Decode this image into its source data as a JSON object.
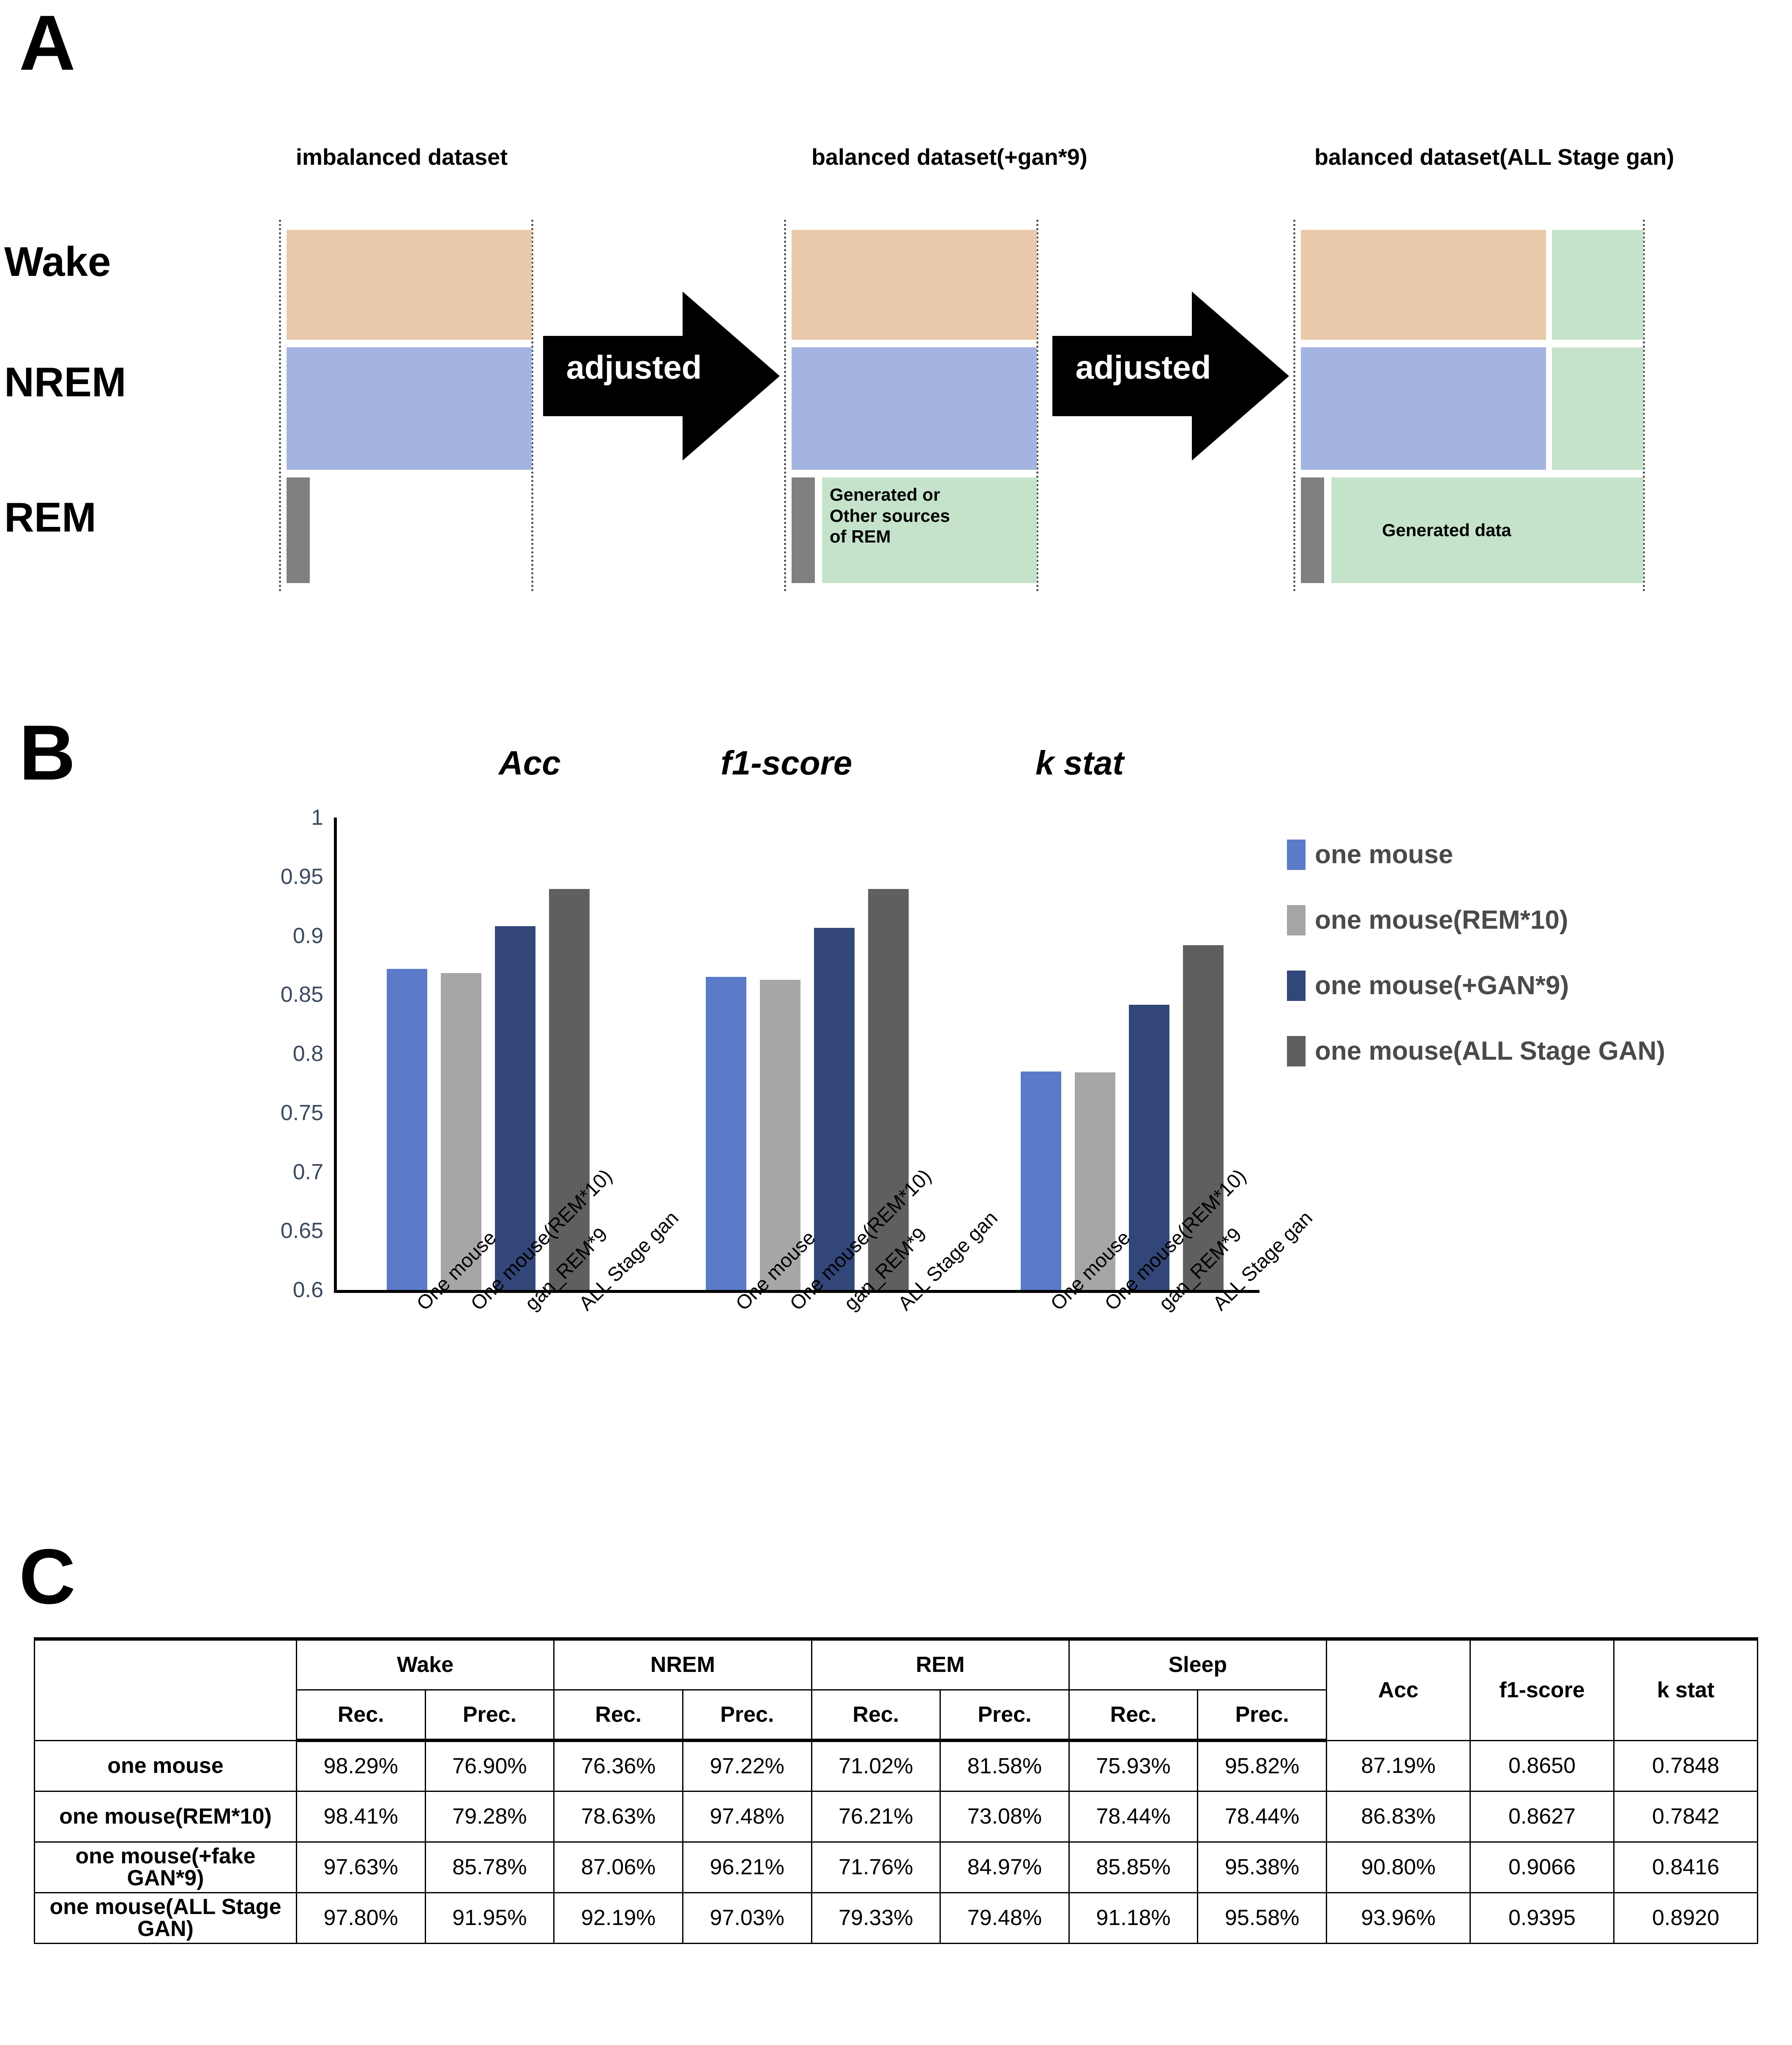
{
  "panels": {
    "a_letter": "A",
    "b_letter": "B",
    "c_letter": "C"
  },
  "panel_a": {
    "stages": [
      "Wake",
      "NREM",
      "REM"
    ],
    "datasets": [
      {
        "title": "imbalanced dataset"
      },
      {
        "title": "balanced dataset(+gan*9)"
      },
      {
        "title": "balanced dataset(ALL Stage gan)"
      }
    ],
    "arrow_label_1": "adjusted",
    "arrow_label_2": "adjusted",
    "green_note_middle": "Generated or\nOther sources\nof REM",
    "green_note_right": "Generated  data",
    "colors": {
      "wake": "#e9c9a9",
      "nrem": "#a3b4e0",
      "rem": "#808080",
      "generated": "#c5e3ca",
      "arrow": "#000000"
    }
  },
  "chart_data": {
    "type": "bar",
    "title": "",
    "groups": [
      "Acc",
      "f1-score",
      "k stat"
    ],
    "categories": [
      "One mouse",
      "One mouse(REM*10)",
      "gan_REM*9",
      "ALL Stage gan"
    ],
    "series": [
      {
        "name": "one mouse",
        "color": "#5b7bc8",
        "values": [
          0.8719,
          0.865,
          0.7848
        ]
      },
      {
        "name": "one mouse(REM*10)",
        "color": "#a6a6a6",
        "values": [
          0.8683,
          0.8627,
          0.7842
        ]
      },
      {
        "name": "one mouse(+GAN*9)",
        "color": "#334679",
        "values": [
          0.908,
          0.9066,
          0.8416
        ]
      },
      {
        "name": "one mouse(ALL Stage GAN)",
        "color": "#5f5f5f",
        "values": [
          0.9396,
          0.9395,
          0.892
        ]
      }
    ],
    "yticks": [
      "1",
      "0.95",
      "0.9",
      "0.85",
      "0.8",
      "0.75",
      "0.7",
      "0.65",
      "0.6"
    ],
    "ylim": [
      0.6,
      1.0
    ],
    "xlabel": "",
    "ylabel": "",
    "grid": false,
    "legend_position": "right"
  },
  "table": {
    "group_headers": [
      "",
      "Wake",
      "NREM",
      "REM",
      "Sleep",
      "Acc",
      "f1-score",
      "k stat"
    ],
    "sub_headers": [
      "Rec.",
      "Prec.",
      "Rec.",
      "Prec.",
      "Rec.",
      "Prec.",
      "Rec.",
      "Prec."
    ],
    "rows": [
      {
        "label": "one mouse",
        "cells": [
          "98.29%",
          "76.90%",
          "76.36%",
          "97.22%",
          "71.02%",
          "81.58%",
          "75.93%",
          "95.82%",
          "87.19%",
          "0.8650",
          "0.7848"
        ]
      },
      {
        "label": "one mouse(REM*10)",
        "cells": [
          "98.41%",
          "79.28%",
          "78.63%",
          "97.48%",
          "76.21%",
          "73.08%",
          "78.44%",
          "78.44%",
          "86.83%",
          "0.8627",
          "0.7842"
        ]
      },
      {
        "label": "one mouse(+fake GAN*9)",
        "cells": [
          "97.63%",
          "85.78%",
          "87.06%",
          "96.21%",
          "71.76%",
          "84.97%",
          "85.85%",
          "95.38%",
          "90.80%",
          "0.9066",
          "0.8416"
        ]
      },
      {
        "label": "one mouse(ALL Stage GAN)",
        "cells": [
          "97.80%",
          "91.95%",
          "92.19%",
          "97.03%",
          "79.33%",
          "79.48%",
          "91.18%",
          "95.58%",
          "93.96%",
          "0.9395",
          "0.8920"
        ]
      }
    ]
  }
}
